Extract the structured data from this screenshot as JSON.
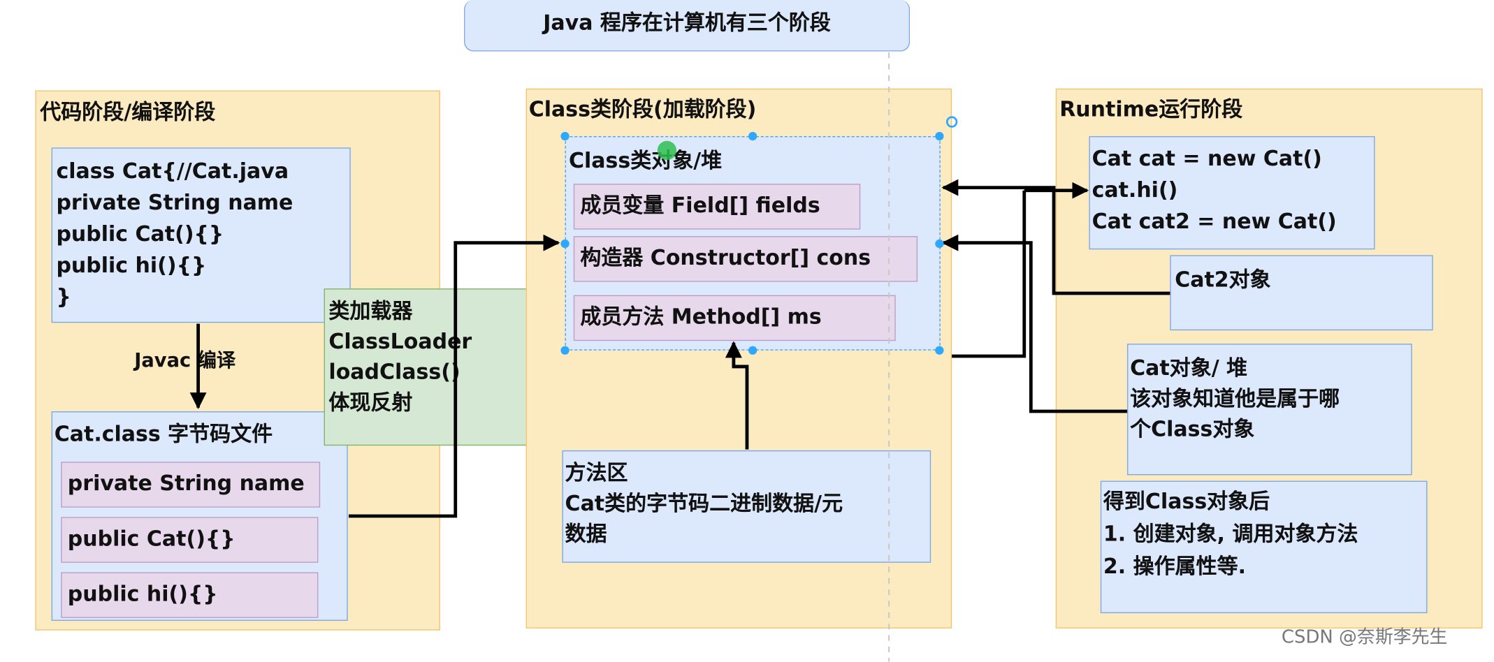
{
  "title": "Java 程序在计算机有三个阶段",
  "stages": {
    "code": {
      "title": "代码阶段/编译阶段",
      "source_code": [
        "class Cat{//Cat.java",
        "private String name",
        "public Cat(){}",
        "public hi(){}",
        "}"
      ],
      "compile_label": "Javac 编译",
      "bytecode_title": "Cat.class 字节码文件",
      "bytecode_members": [
        "private String name",
        "public Cat(){}",
        "public hi(){}"
      ]
    },
    "class": {
      "title": "Class类阶段(加载阶段)",
      "object_title": "Class类对象/堆",
      "members": [
        "成员变量 Field[] fields",
        "构造器 Constructor[] cons",
        "成员方法 Method[] ms"
      ],
      "method_area": [
        "方法区",
        "Cat类的字节码二进制数据/元",
        "数据"
      ]
    },
    "runtime": {
      "title": "Runtime运行阶段",
      "code": [
        "Cat cat = new Cat()",
        "cat.hi()",
        "Cat cat2 = new Cat()"
      ],
      "cat2_object": "Cat2对象",
      "cat_object": [
        "Cat对象/ 堆",
        "该对象知道他是属于哪",
        "个Class对象"
      ],
      "after_class": [
        "得到Class对象后",
        "1. 创建对象, 调用对象方法",
        "2. 操作属性等."
      ]
    }
  },
  "classloader": [
    "类加载器",
    "ClassLoader",
    "loadClass()",
    "体现反射"
  ],
  "watermark": "CSDN @奈斯李先生"
}
